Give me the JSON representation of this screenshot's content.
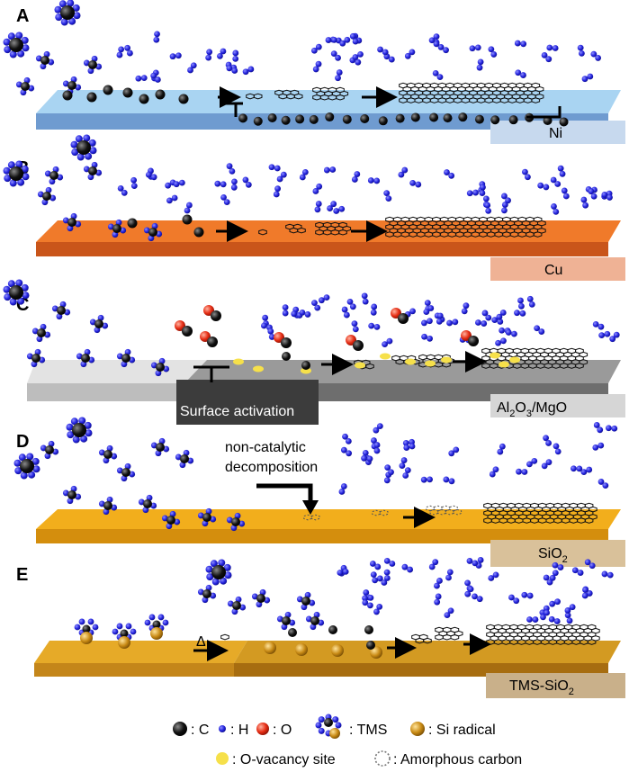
{
  "panels": [
    {
      "letter": "A",
      "substrate": "Ni",
      "top": "#a9d4f2",
      "front": "#6f9bd0",
      "tag_bg": "#c7d9ee"
    },
    {
      "letter": "B",
      "substrate": "Cu",
      "top": "#f07a2a",
      "front": "#c9551a",
      "tag_bg": "#efb295"
    },
    {
      "letter": "C",
      "substrate_main": "Al",
      "substrate_sub1": "2",
      "substrate_mid": "O",
      "substrate_sub2": "3",
      "substrate_tail": "/MgO",
      "activation_label": "Surface activation",
      "top": "#9a9a9a",
      "front": "#6e6e6e",
      "tag_bg": "#d6d6d6"
    },
    {
      "letter": "D",
      "substrate_main": "SiO",
      "substrate_sub": "2",
      "annotation_line1": "non-catalytic",
      "annotation_line2": "decomposition",
      "top": "#f2ae1c",
      "front": "#d48e0d",
      "tag_bg": "#d9c19a"
    },
    {
      "letter": "E",
      "substrate_main": "TMS-SiO",
      "substrate_sub": "2",
      "heat_symbol": "Δ",
      "top": "#d39a22",
      "front": "#a76d10",
      "tag_bg": "#c9b08a"
    }
  ],
  "legend": {
    "c_label": ": C",
    "h_label": ": H",
    "o_label": ": O",
    "tms_label": ": TMS",
    "si_label": ": Si radical",
    "vacancy_label": ": O-vacancy site",
    "amorphous_label": ": Amorphous carbon"
  },
  "colors": {
    "carbon": "#111111",
    "hydrogen": "#2a2aee",
    "oxygen": "#e52b12",
    "si_radical": "#c88a14",
    "vacancy": "#f6e04a"
  }
}
